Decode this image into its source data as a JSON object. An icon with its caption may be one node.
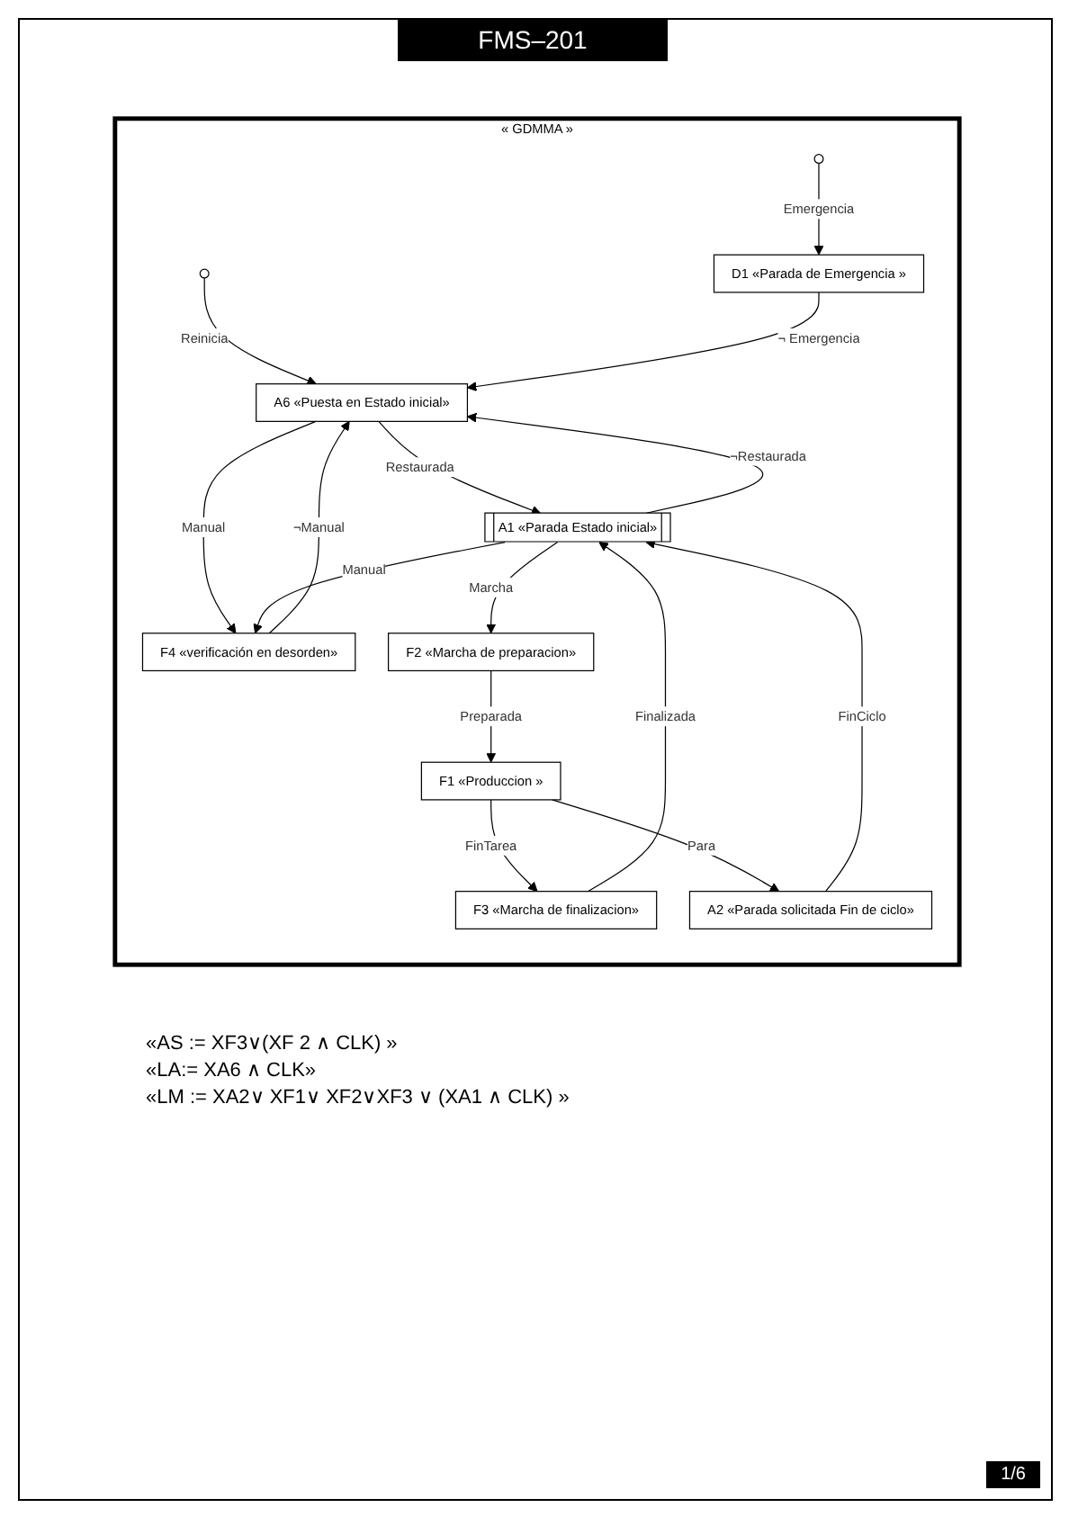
{
  "diagram": {
    "title": "FMS–201",
    "nodes": [
      {
        "text": [
          "« GDMMA »"
        ]
      },
      {
        "text": [
          "A6 «Puesta en Estado inicial»"
        ],
        "in": 0
      },
      {
        "text": [
          "F4 «verificación en desorden»"
        ],
        "in": 0
      },
      {
        "text": [
          "A1 «Parada Estado inicial»"
        ],
        "in": 0
      },
      {
        "text": [
          "A2 «Parada solicitada Fin de ciclo»"
        ],
        "in": 0
      },
      {
        "text": [
          "F2 «Marcha de preparacion»"
        ],
        "in": 0
      },
      {
        "text": [
          "F3 «Marcha de finalizacion»"
        ],
        "in": 0
      },
      {
        "text": [
          "D1 «Parada de Emergencia »"
        ],
        "in": 0
      },
      {
        "text": [
          "F1 «Produccion »"
        ],
        "in": 0
      },
      {
        "text": [],
        "shape": "circle",
        "in": 0
      },
      {
        "text": [],
        "shape": "circle",
        "in": 0
      }
    ],
    "edges": [
      {
        "from": 2,
        "to": 1,
        "arrow": "to",
        "label": "¬Manual"
      },
      {
        "from": 1,
        "to": 2,
        "arrow": "to",
        "label": "Manual"
      },
      {
        "from": 9,
        "to": 1,
        "arrow": "to",
        "label": "Reinicia"
      },
      {
        "from": 3,
        "to": 1,
        "arrow": "to",
        "label": "¬Restaurada"
      },
      {
        "from": 1,
        "to": 3,
        "arrow": "to",
        "label": "Restaurada"
      },
      {
        "from": 3,
        "to": 2,
        "arrow": "to",
        "label": "Manual"
      },
      {
        "from": 6,
        "to": 3,
        "arrow": "to",
        "label": "Finalizada"
      },
      {
        "from": 3,
        "to": 5,
        "arrow": "to",
        "label": "Marcha"
      },
      {
        "from": 4,
        "to": 3,
        "arrow": "to",
        "label": "FinCiclo"
      },
      {
        "from": 5,
        "to": 8,
        "arrow": "to",
        "label": "Preparada"
      },
      {
        "from": 8,
        "to": 6,
        "arrow": "to",
        "label": "FinTarea"
      },
      {
        "from": 8,
        "to": 4,
        "arrow": "to",
        "label": "Para"
      },
      {
        "from": 7,
        "to": 1,
        "arrow": "to",
        "label": "¬ Emergencia"
      },
      {
        "from": 10,
        "to": 7,
        "arrow": "to",
        "label": "Emergencia"
      }
    ],
    "labels": [
      "«AS := XF3∨(XF 2 ∧ CLK) »",
      "«LA:= XA6 ∧ CLK»",
      "«LM := XA2∨ XF1∨ XF2∨XF3 ∨ (XA1 ∧ CLK) »",
      "1/6"
    ]
  }
}
